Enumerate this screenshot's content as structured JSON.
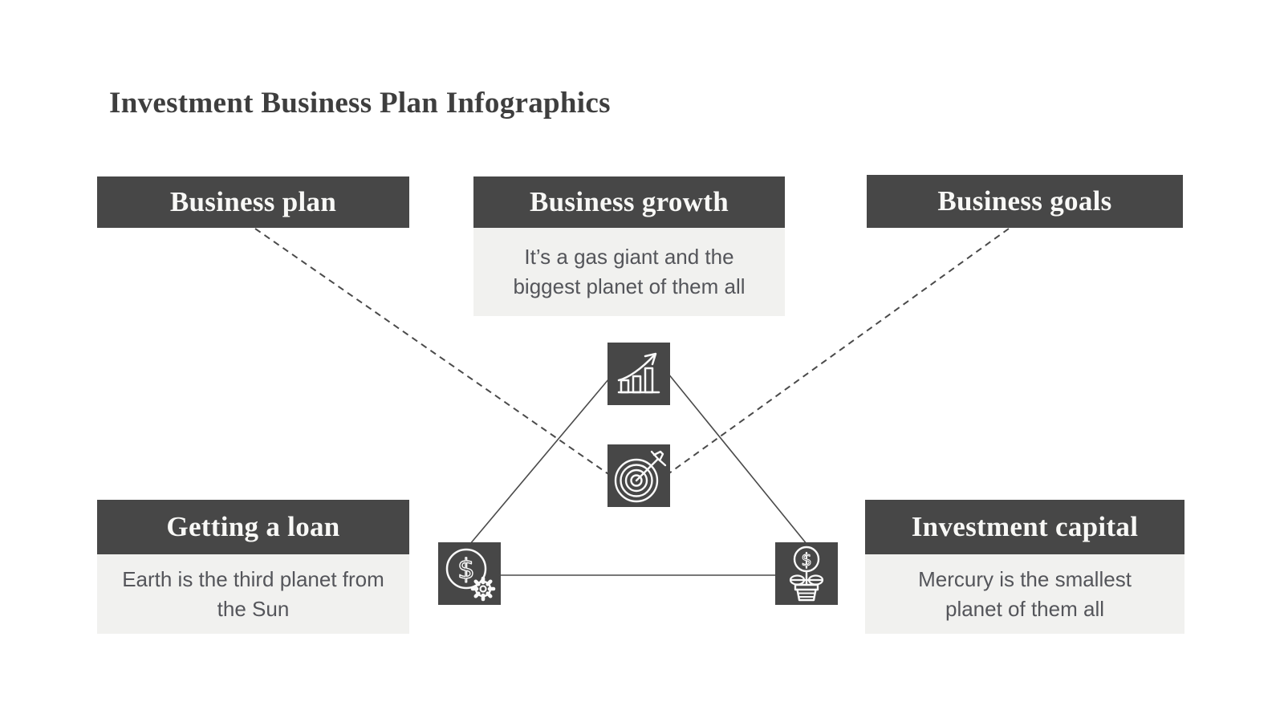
{
  "title": "Investment Business Plan Infographics",
  "colors": {
    "dark_box": "#474747",
    "light_panel": "#f1f1ef",
    "connector_line": "#4a4a4a",
    "title_text": "#3e3e3e",
    "header_text": "#f8f8f6",
    "body_text": "#54555a",
    "background": "#ffffff"
  },
  "boxes": {
    "business_plan": {
      "label": "Business plan"
    },
    "business_growth": {
      "label": "Business growth",
      "description": "It’s a gas giant and the biggest planet of them all"
    },
    "business_goals": {
      "label": "Business goals"
    },
    "getting_a_loan": {
      "label": "Getting a loan",
      "description": "Earth is the third planet from the Sun"
    },
    "investment_capital": {
      "label": "Investment capital",
      "description": "Mercury is the smallest planet of them all"
    }
  },
  "icons": {
    "growth": "bar-chart-rising-arrow-icon",
    "target": "target-with-dart-icon",
    "loan": "dollar-coin-with-gear-icon",
    "capital": "money-plant-in-pot-icon"
  }
}
